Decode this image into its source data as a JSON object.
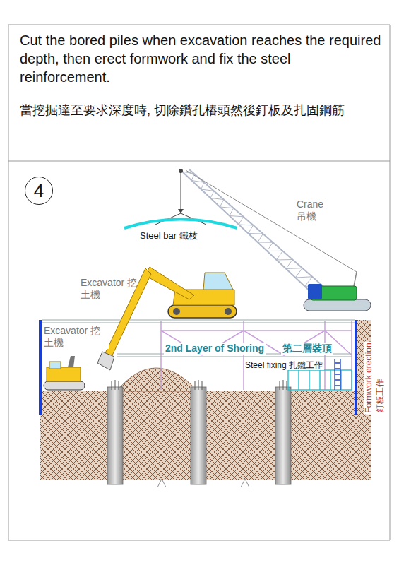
{
  "diagram": {
    "title": "Cut the bored piles when excavation reaches the required depth, then erect formwork and fix the steel reinforcement.",
    "caption": "當挖掘達至要求深度時, 切除鑽孔樁頭然後釘板及扎固鋼筋",
    "nodes": [
      {
        "text": [
          "4"
        ]
      }
    ],
    "labels": [
      "Crane",
      "吊機",
      "Steel bar 鐵枝",
      "Excavator 挖土機",
      "Excavator 挖土機",
      "2nd Layer of Shoring",
      "第二層裝頂",
      "Steel fixing 扎鐵工作",
      "Formwork erection",
      "釘板工作"
    ]
  }
}
